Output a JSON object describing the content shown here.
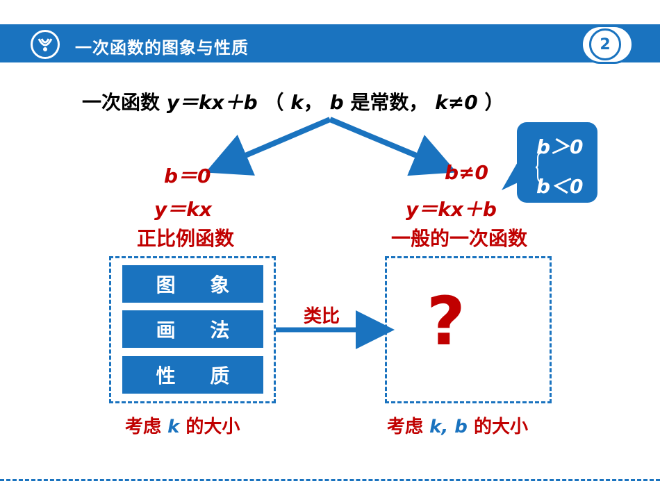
{
  "header": {
    "title": "一次函数的图象与性质",
    "page_number": "2",
    "accent_color": "#1a73bf"
  },
  "definition": {
    "prefix": "一次函数 ",
    "formula": "y＝kx＋b",
    "paren_open": " （ ",
    "k": "k",
    "comma": "， ",
    "b": "b",
    "desc": "  是常数， ",
    "condition": "k≠0",
    "paren_close": " ）"
  },
  "left_branch": {
    "condition": "b＝0",
    "formula": "y＝kx",
    "name": "正比例函数"
  },
  "right_branch": {
    "condition": "b≠0",
    "formula": "y＝kx＋b",
    "name": "一般的一次函数"
  },
  "left_box": {
    "items": [
      "图 象",
      "画 法",
      "性 质"
    ]
  },
  "analogy_label": "类比",
  "unknown_mark": "?",
  "consider_left": {
    "prefix": "考虑 ",
    "var": "k",
    "suffix": " 的大小"
  },
  "consider_right": {
    "prefix": "考虑 ",
    "var": "k, b",
    "suffix": " 的大小"
  },
  "callout": {
    "line1": "b＞0",
    "line2": "b＜0"
  },
  "colors": {
    "accent_blue": "#1a73bf",
    "highlight_red": "#c00000"
  },
  "icons": [
    "school-logo-icon",
    "arrow-left-down-icon",
    "arrow-right-down-icon",
    "arrow-right-icon",
    "brace-icon"
  ]
}
